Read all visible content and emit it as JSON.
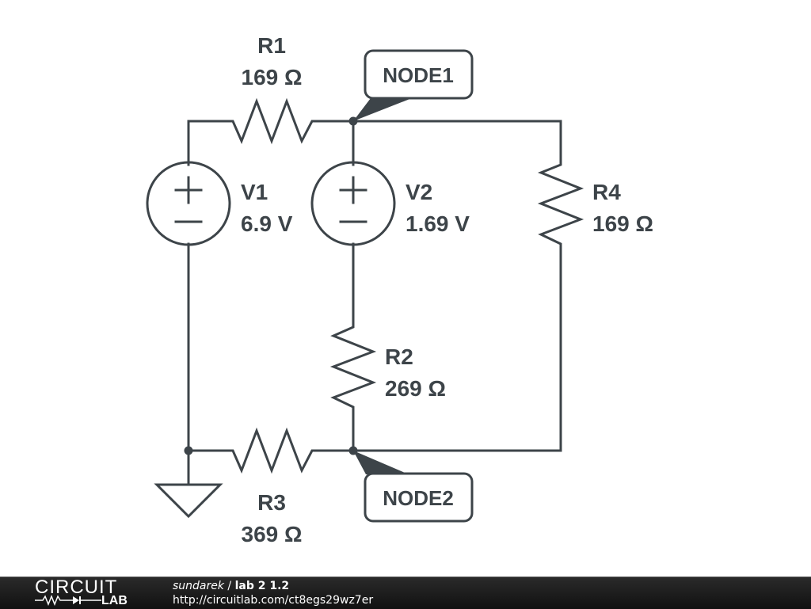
{
  "components": {
    "R1": {
      "name": "R1",
      "value": "169 Ω"
    },
    "R2": {
      "name": "R2",
      "value": "269 Ω"
    },
    "R3": {
      "name": "R3",
      "value": "369 Ω"
    },
    "R4": {
      "name": "R4",
      "value": "169 Ω"
    },
    "V1": {
      "name": "V1",
      "value": "6.9 V"
    },
    "V2": {
      "name": "V2",
      "value": "1.69 V"
    }
  },
  "nodes": {
    "node1": "NODE1",
    "node2": "NODE2"
  },
  "source_symbols": {
    "plus": "+",
    "minus": "−"
  },
  "colors": {
    "ink": "#3d4449",
    "footer_bg": "#1a1a1a",
    "footer_text": "#ffffff"
  },
  "footer": {
    "logo_top": "CIRCUIT",
    "logo_bottom": "LAB",
    "user": "sundarek",
    "separator": " / ",
    "circuit_title": "lab 2 1.2",
    "url": "http://circuitlab.com/ct8egs29wz7er"
  }
}
